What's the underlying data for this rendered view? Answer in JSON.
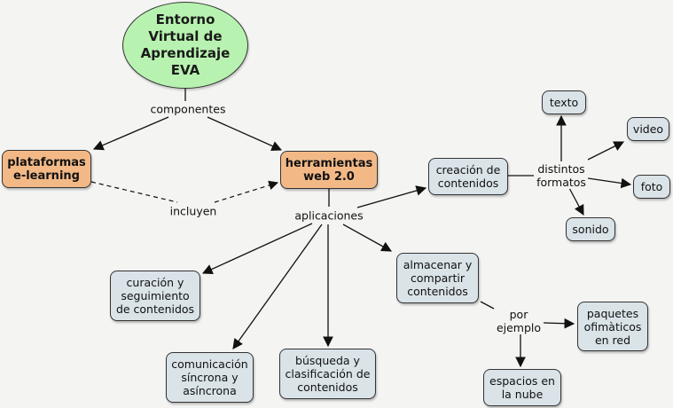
{
  "root": {
    "label": "Entorno\nVirtual de\nAprendizaje\nEVA"
  },
  "link_labels": {
    "componentes": "componentes",
    "incluyen": "incluyen",
    "aplicaciones": "aplicaciones",
    "distintos_formatos": "distintos\nformatos",
    "por_ejemplo": "por\nejemplo"
  },
  "concepts": {
    "plataformas": "plataformas\ne-learning",
    "herramientas": "herramientas\nweb 2.0",
    "creacion": "creación de\ncontenidos",
    "texto": "texto",
    "video": "video",
    "foto": "foto",
    "sonido": "sonido",
    "curacion": "curación y\nseguimiento\nde contenidos",
    "comunicacion": "comunicación\nsíncrona y\nasíncrona",
    "busqueda": "búsqueda y\nclasificación de\ncontenidos",
    "almacenar": "almacenar y\ncompartir\ncontenidos",
    "paquetes": "paquetes\nofimàticos\nen red",
    "espacios": "espacios en\nla nube"
  },
  "colors": {
    "root_fill": "#b8f2b0",
    "primary_fill": "#f2b987",
    "secondary_fill": "#d9e3e8",
    "background": "#f4f4f3",
    "line": "#111111"
  }
}
